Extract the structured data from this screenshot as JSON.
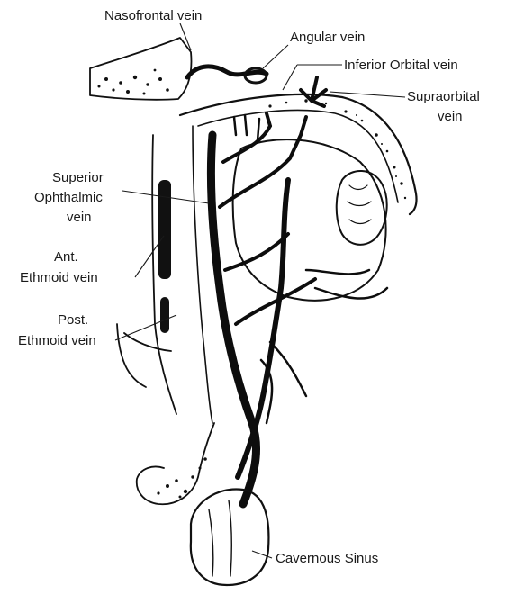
{
  "labels": {
    "nasofrontal": "Nasofrontal vein",
    "angular": "Angular vein",
    "inferior_orbital": "Inferior Orbital vein",
    "supraorbital_1": "Supraorbital",
    "supraorbital_2": "vein",
    "superior_ophthalmic_1": "Superior",
    "superior_ophthalmic_2": "Ophthalmic",
    "superior_ophthalmic_3": "vein",
    "ant_ethmoid_1": "Ant.",
    "ant_ethmoid_2": "Ethmoid vein",
    "post_ethmoid_1": "Post.",
    "post_ethmoid_2": "Ethmoid vein",
    "cavernous": "Cavernous Sinus"
  },
  "colors": {
    "ink": "#111111",
    "background": "#ffffff"
  }
}
